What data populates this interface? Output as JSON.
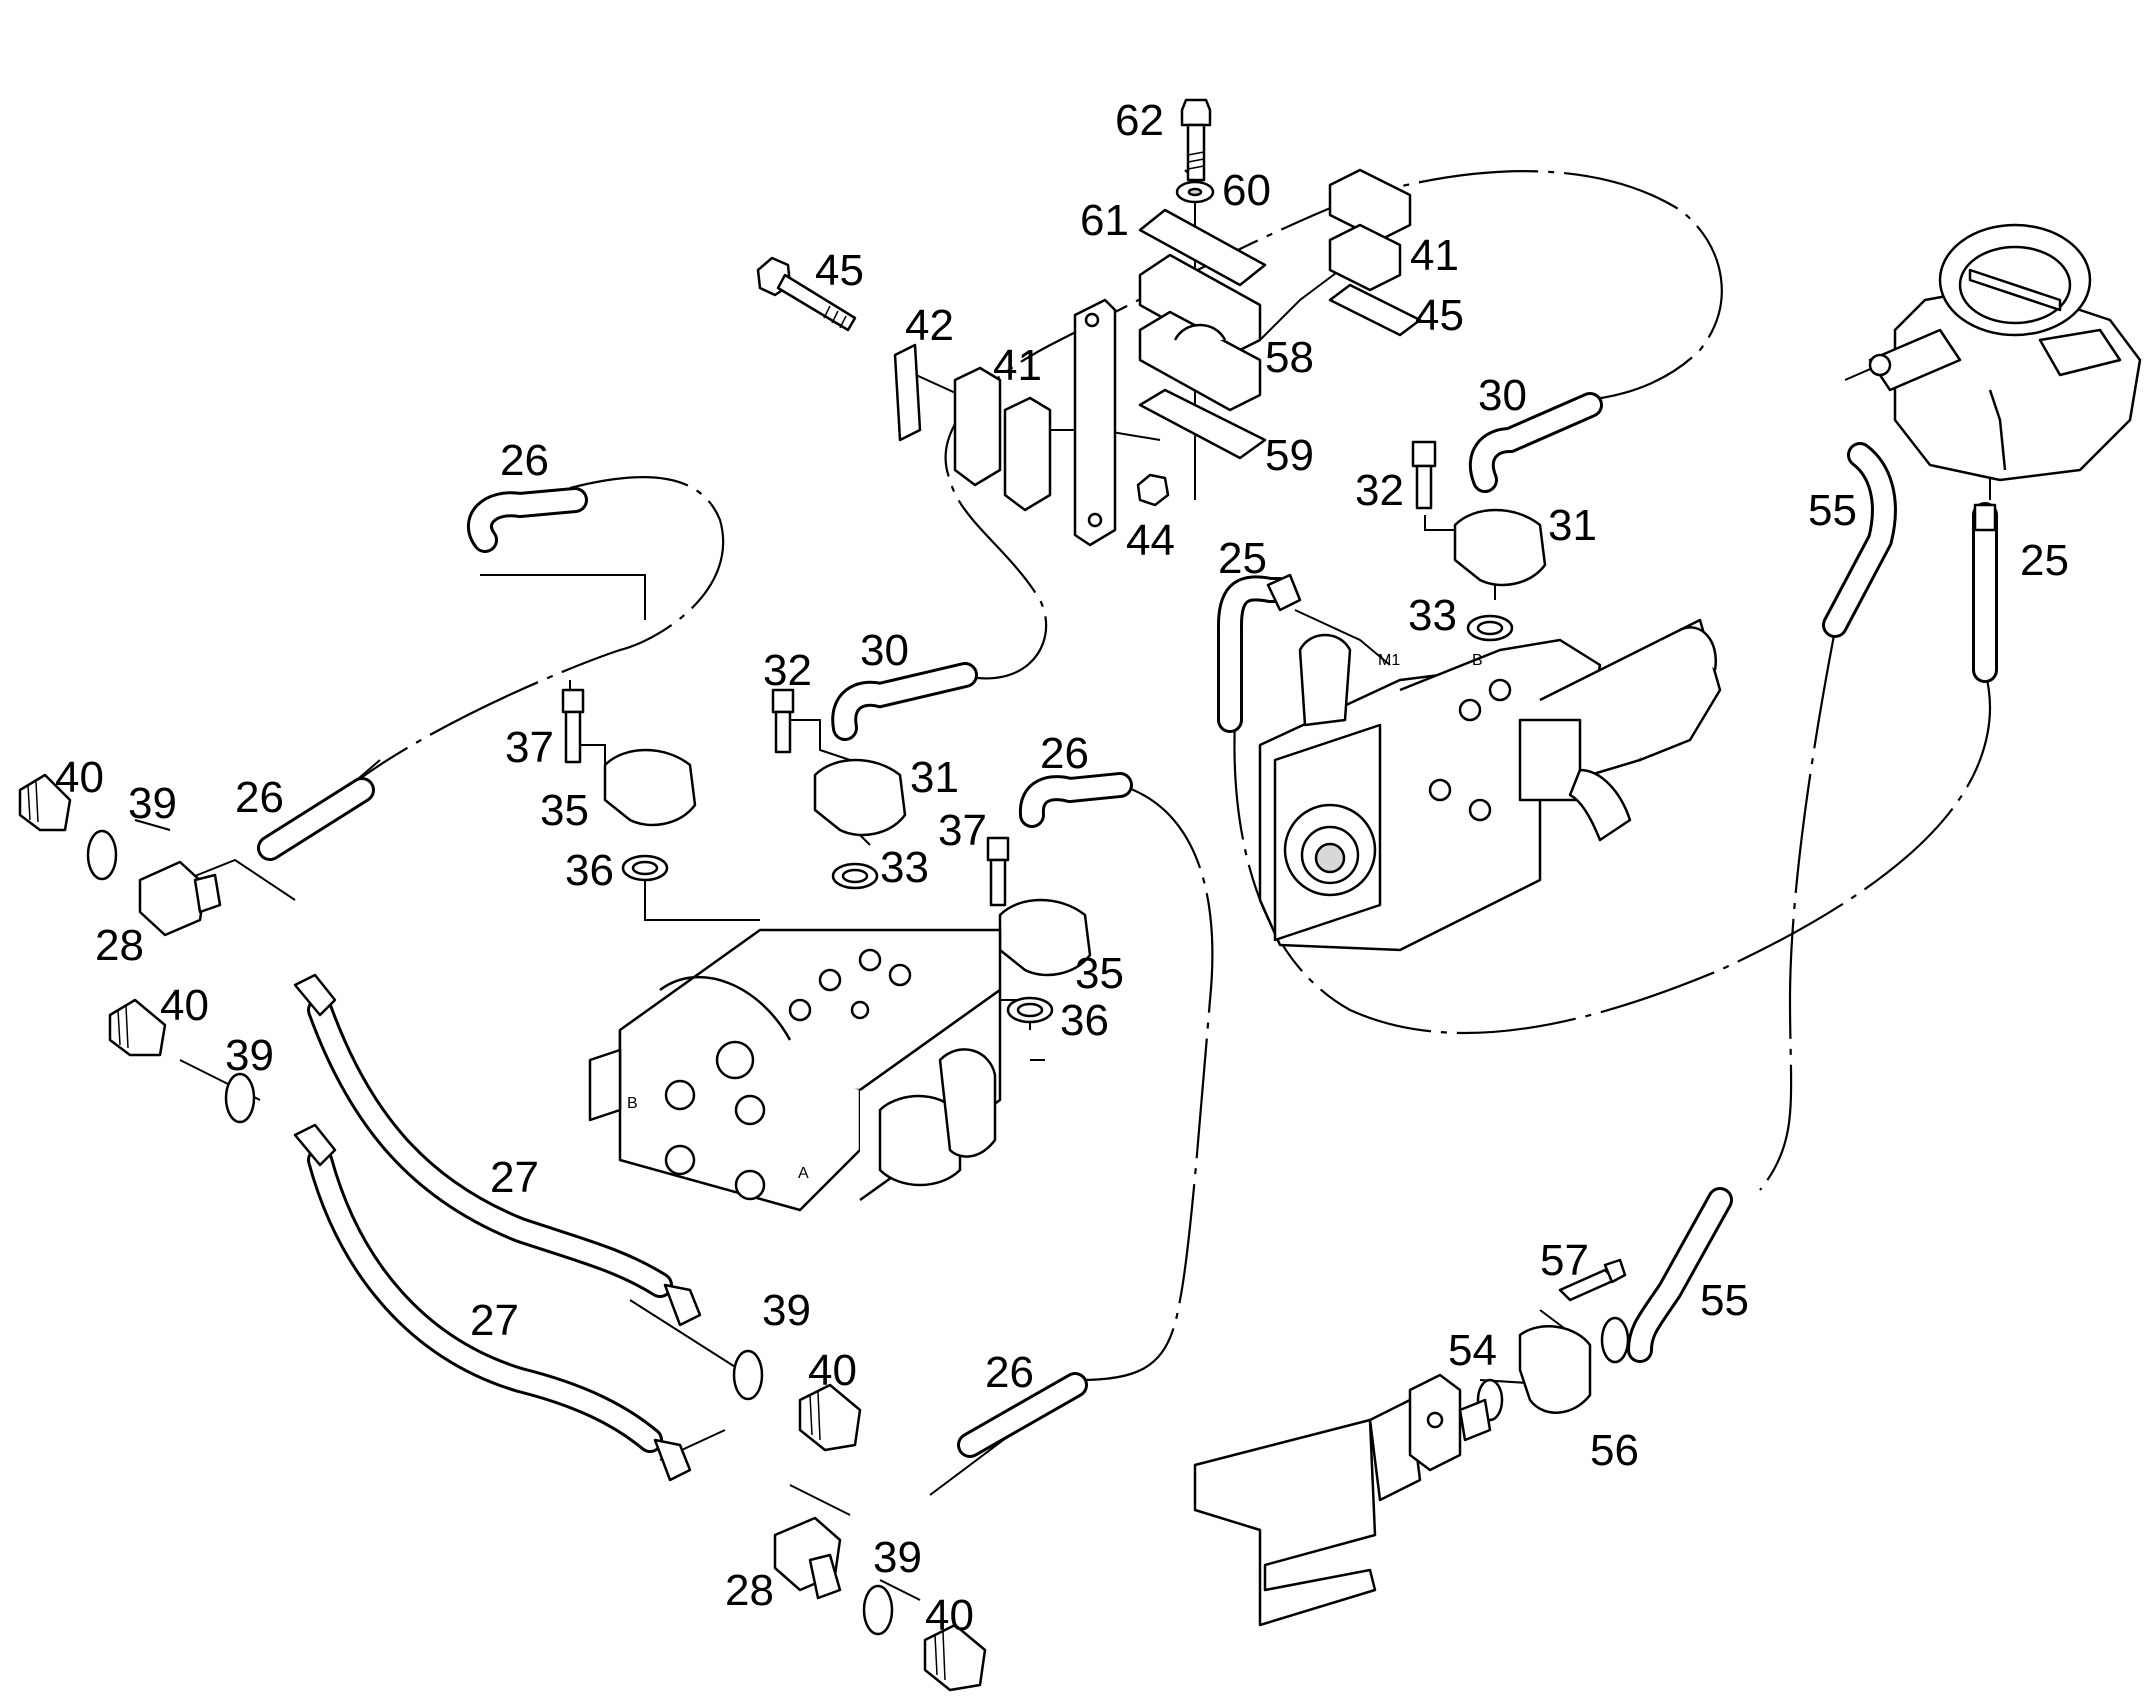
{
  "labels": {
    "l62": "62",
    "l60": "60",
    "l61": "61",
    "l41a": "41",
    "l45a": "45",
    "l45b": "45",
    "l42": "42",
    "l41b": "41",
    "l58": "58",
    "l59": "59",
    "l44": "44",
    "l26a": "26",
    "l30a": "30",
    "l32a": "32",
    "l31a": "31",
    "l25a": "25",
    "l33a": "33",
    "l55a": "55",
    "l25b": "25",
    "l37a": "37",
    "l26b": "26",
    "l40a": "40",
    "l39a": "39",
    "l35a": "35",
    "l36a": "36",
    "l28a": "28",
    "l30b": "30",
    "l32b": "32",
    "l31b": "31",
    "l33b": "33",
    "l26c": "26",
    "l37b": "37",
    "l35b": "35",
    "l36b": "36",
    "l40b": "40",
    "l39b": "39",
    "l27a": "27",
    "l27b": "27",
    "l39c": "39",
    "l40c": "40",
    "l26d": "26",
    "l28b": "28",
    "l39d": "39",
    "l40d": "40",
    "l57": "57",
    "l55b": "55",
    "l54": "54",
    "l56": "56"
  },
  "port_marks": {
    "m1": "M1",
    "b_pump": "B",
    "b_valve": "B",
    "a_valve": "A"
  }
}
